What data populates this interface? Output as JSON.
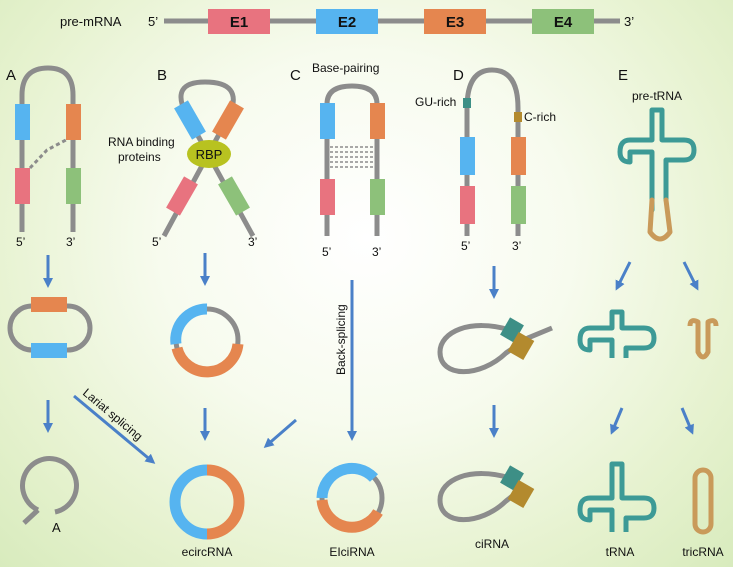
{
  "colors": {
    "strand": "#8c8c8c",
    "E1": "#e8737f",
    "E2": "#56b4f0",
    "E3": "#e5864f",
    "E4": "#8dc17a",
    "rbp": "#b8c220",
    "arrow": "#4a80c8",
    "trna": "#3d9a96",
    "tricrna": "#c99a5a",
    "guRich": "#3d8f86",
    "cRich": "#b38a2e"
  },
  "header": {
    "pre_mrna_label": "pre-mRNA",
    "five_prime": "5’",
    "three_prime": "3’",
    "exons": [
      "E1",
      "E2",
      "E3",
      "E4"
    ]
  },
  "panels": {
    "A": {
      "letter": "A",
      "five": "5’",
      "three": "3’",
      "lariat_label": "Lariat splicing",
      "branch_label": "A"
    },
    "B": {
      "letter": "B",
      "rbp_label": "RBP",
      "rbp_caption": "RNA binding\nproteins",
      "five": "5’",
      "three": "3’"
    },
    "C": {
      "letter": "C",
      "title": "Base-pairing",
      "five": "5’",
      "three": "3’",
      "back_splicing_label": "Back-splicing",
      "product": "EIciRNA"
    },
    "D": {
      "letter": "D",
      "gu_label": "GU-rich",
      "c_label": "C-rich",
      "five": "5’",
      "three": "3’",
      "product": "ciRNA"
    },
    "E": {
      "letter": "E",
      "pre_label": "pre-tRNA",
      "trna_label": "tRNA",
      "tricrna_label": "tricRNA"
    },
    "center_product": "ecircRNA"
  }
}
